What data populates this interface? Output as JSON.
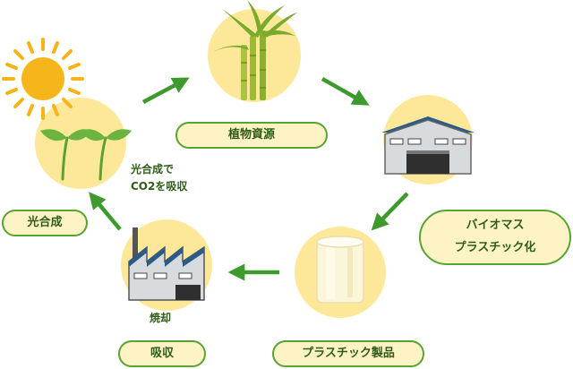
{
  "labels": {
    "sugarcane": "植物資源",
    "bioplastic_line1": "バイオマス",
    "bioplastic_line2": "プラスチック化",
    "products": "プラスチック製品",
    "absorption": "吸収",
    "incineration": "焼却",
    "photosynthesis": "光合成",
    "co2_line1": "光合成で",
    "co2_line2": "CO2を吸収"
  },
  "colors": {
    "circle": "#fde89a",
    "pill_border": "#58a331",
    "pill_fill": "#fdf3c4",
    "arrow": "#3f9a2e",
    "text": "#2f5d17"
  },
  "icons": [
    "sun-icon",
    "sprout-icon",
    "sugarcane-icon",
    "warehouse-icon",
    "plastic-roll-icon",
    "factory-icon"
  ]
}
